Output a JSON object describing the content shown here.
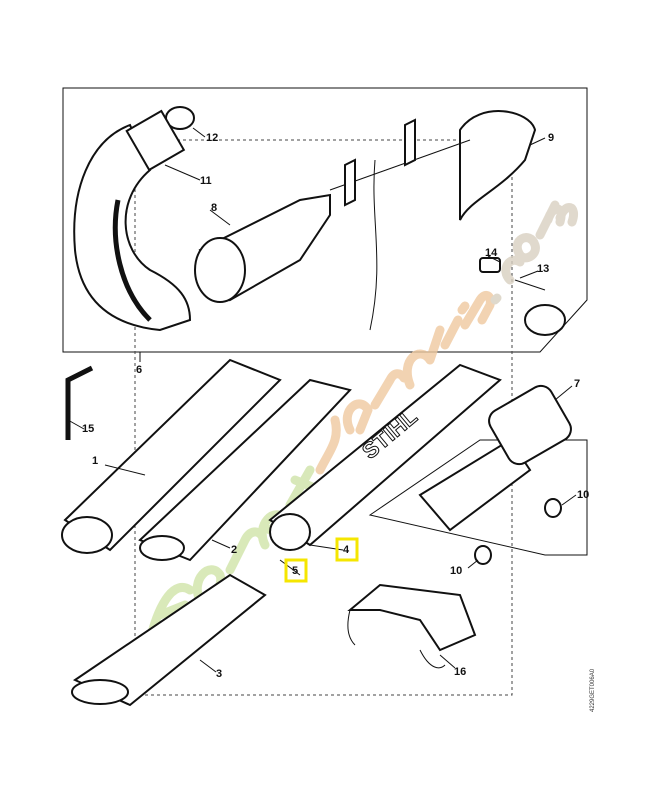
{
  "diagram": {
    "callouts": [
      {
        "id": "12",
        "text": "12",
        "highlighted": false
      },
      {
        "id": "11",
        "text": "11",
        "highlighted": false
      },
      {
        "id": "8",
        "text": "8",
        "highlighted": false
      },
      {
        "id": "9",
        "text": "9",
        "highlighted": false
      },
      {
        "id": "14",
        "text": "14",
        "highlighted": false
      },
      {
        "id": "13",
        "text": "13",
        "highlighted": false
      },
      {
        "id": "6",
        "text": "6",
        "highlighted": false
      },
      {
        "id": "7",
        "text": "7",
        "highlighted": false
      },
      {
        "id": "15",
        "text": "15",
        "highlighted": false
      },
      {
        "id": "1",
        "text": "1",
        "highlighted": false
      },
      {
        "id": "2",
        "text": "2",
        "highlighted": false
      },
      {
        "id": "4",
        "text": "4",
        "highlighted": true
      },
      {
        "id": "5",
        "text": "5",
        "highlighted": true
      },
      {
        "id": "10a",
        "text": "10",
        "highlighted": false
      },
      {
        "id": "10b",
        "text": "10",
        "highlighted": false
      },
      {
        "id": "16",
        "text": "16",
        "highlighted": false
      },
      {
        "id": "3",
        "text": "3",
        "highlighted": false
      }
    ],
    "tube_brand": "STIHL",
    "drawing_code": "4229GET006A0",
    "watermark": "forêt-jardin.com",
    "highlight_color": "#f5e600",
    "watermark_green": "#cfe3a8",
    "watermark_orange": "#efc9a0"
  }
}
